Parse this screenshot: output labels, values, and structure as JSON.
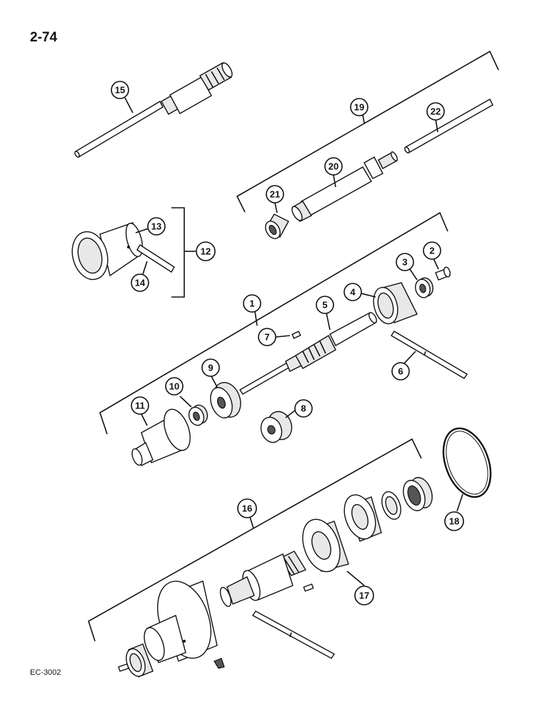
{
  "page_number": "2-74",
  "figure_code": "EC-3002",
  "callouts": {
    "c1": "1",
    "c2": "2",
    "c3": "3",
    "c4": "4",
    "c5": "5",
    "c6": "6",
    "c7": "7",
    "c8": "8",
    "c9": "9",
    "c10": "10",
    "c11": "11",
    "c12": "12",
    "c13": "13",
    "c14": "14",
    "c15": "15",
    "c16": "16",
    "c17": "17",
    "c18": "18",
    "c19": "19",
    "c20": "20",
    "c21": "21",
    "c22": "22"
  }
}
